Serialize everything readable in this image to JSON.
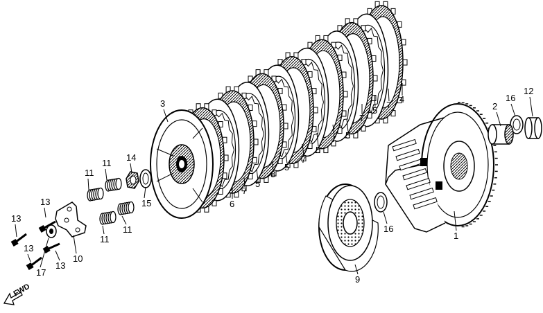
{
  "labels": {
    "l1": "1",
    "l2": "2",
    "l3": "3",
    "l4": "4",
    "l5": "5",
    "l6": "6",
    "l7": "7",
    "l8": "8",
    "l9": "9",
    "l10": "10",
    "l11": "11",
    "l12": "12",
    "l13": "13",
    "l14": "14",
    "l15": "15",
    "l16": "16",
    "l17": "17"
  },
  "fwd": "FWD"
}
